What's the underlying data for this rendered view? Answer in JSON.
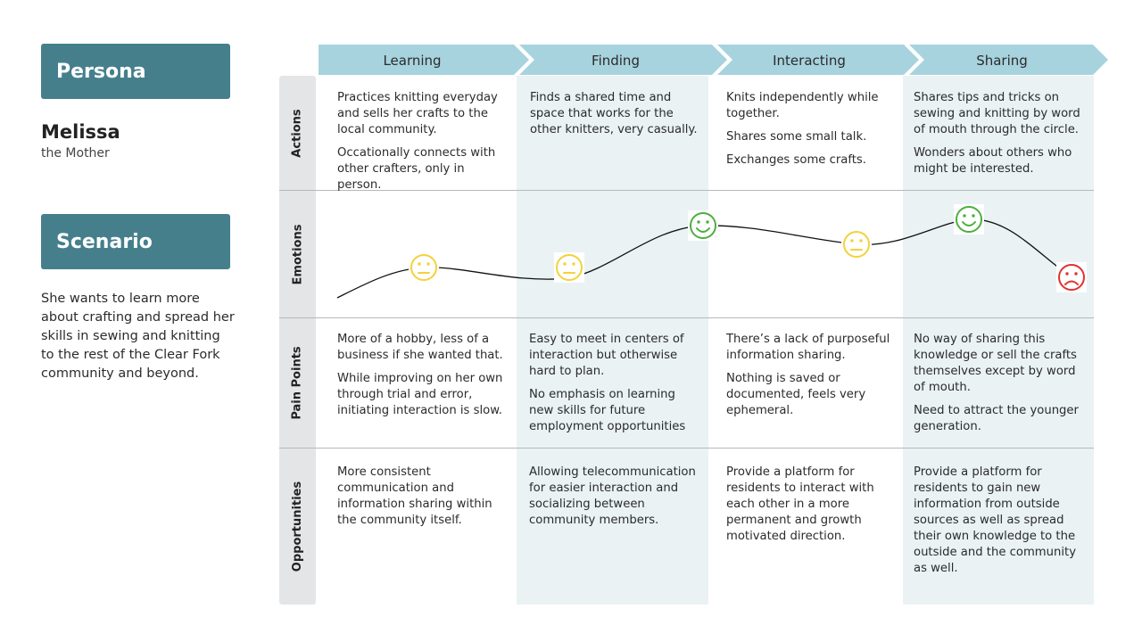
{
  "persona": {
    "heading": "Persona",
    "name": "Melissa",
    "role": "the Mother"
  },
  "scenario": {
    "heading": "Scenario",
    "text": "She wants to learn more about crafting and spread her skills in sewing and knitting to the rest of the Clear Fork community and beyond."
  },
  "stages": [
    {
      "label": "Learning"
    },
    {
      "label": "Finding"
    },
    {
      "label": "Interacting"
    },
    {
      "label": "Sharing"
    }
  ],
  "rows": {
    "actions": "Actions",
    "emotions": "Emotions",
    "pain_points": "Pain Points",
    "opportunities": "Opportunities"
  },
  "actions": [
    [
      "Practices knitting everyday and sells her crafts to the local community.",
      "Occationally connects with other crafters, only in person."
    ],
    [
      "Finds a shared time and space that works for the other knitters, very casually."
    ],
    [
      "Knits independently while together.",
      "Shares some small talk.",
      "Exchanges some crafts."
    ],
    [
      "Shares tips and tricks on sewing and knitting by word of mouth through the circle.",
      "Wonders about others who might be interested."
    ]
  ],
  "emotions": [
    {
      "stage": "Learning",
      "mood": "neutral"
    },
    {
      "stage": "Finding",
      "mood": "neutral"
    },
    {
      "stage": "Finding",
      "mood": "happy"
    },
    {
      "stage": "Interacting",
      "mood": "neutral"
    },
    {
      "stage": "Sharing",
      "mood": "happy"
    },
    {
      "stage": "Sharing",
      "mood": "sad"
    }
  ],
  "pain_points": [
    [
      "More of a hobby, less of a business if she wanted that.",
      "While improving on her own through trial and error, initiating interaction is slow."
    ],
    [
      "Easy to meet in centers of interaction but otherwise hard to plan.",
      "No emphasis on learning new skills for future employment opportunities"
    ],
    [
      "There’s a lack of purposeful information sharing.",
      "Nothing is saved or documented, feels very ephemeral."
    ],
    [
      "No way of sharing this knowledge or sell the crafts themselves except by word of mouth.",
      "Need to attract the younger generation."
    ]
  ],
  "opportunities": [
    [
      "More consistent communication and information sharing within the community itself."
    ],
    [
      "Allowing telecommunication for easier interaction and socializing between community members."
    ],
    [
      "Provide a platform for residents to interact with each other in a more permanent and growth motivated direction."
    ],
    [
      "Provide a platform for residents to gain new information from outside sources as well as spread their own knowledge to the outside and the community as well."
    ]
  ],
  "colors": {
    "card": "#467f8c",
    "stage_arrow": "#a7d3de",
    "shade": "#eaf2f4",
    "neutral": "#f3d23a",
    "happy": "#4caf3f",
    "sad": "#e03232"
  }
}
